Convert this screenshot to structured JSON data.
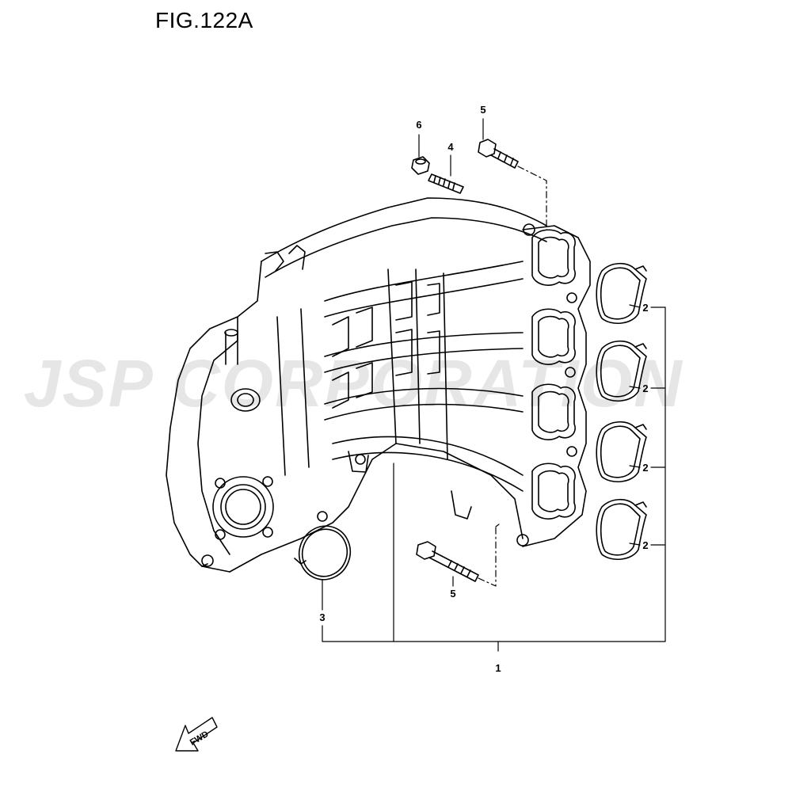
{
  "figure": {
    "title": "FIG.122A"
  },
  "watermark": {
    "text": "JSP CORPORATION"
  },
  "callouts": {
    "c1": "1",
    "c2a": "2",
    "c2b": "2",
    "c2c": "2",
    "c2d": "2",
    "c3": "3",
    "c4": "4",
    "c5a": "5",
    "c5b": "5",
    "c6": "6"
  },
  "fwd_arrow": {
    "label": "FWD"
  },
  "colors": {
    "line": "#000000",
    "watermark": "#c8c8c8",
    "background": "#ffffff"
  }
}
